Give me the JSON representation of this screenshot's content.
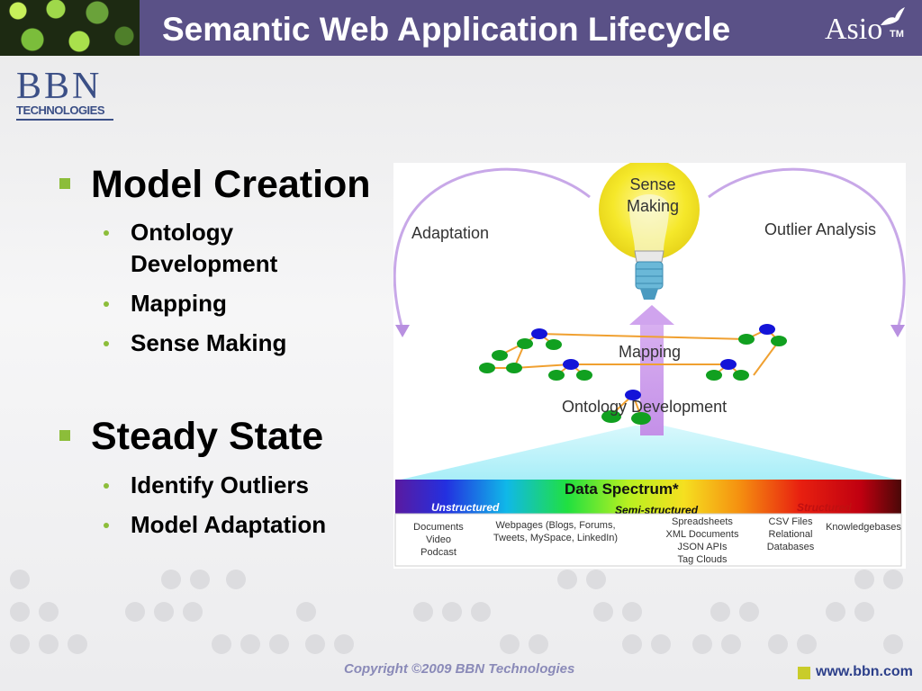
{
  "header": {
    "title": "Semantic Web Application Lifecycle",
    "brand_color": "#5a5187",
    "logo_text": "Asio",
    "logo_tm": "TM"
  },
  "company_logo": {
    "name": "BBN",
    "subtitle": "TECHNOLOGIES"
  },
  "sections": [
    {
      "heading": "Model Creation",
      "items": [
        "Ontology",
        "Development",
        "Mapping",
        "Sense Making"
      ]
    },
    {
      "heading": "Steady State",
      "items": [
        "Identify Outliers",
        "Model Adaptation"
      ]
    }
  ],
  "diagram": {
    "sense_label": [
      "Sense",
      "Making"
    ],
    "adaptation": "Adaptation",
    "outlier": "Outlier Analysis",
    "mapping": "Mapping",
    "ontology": "Ontology Development",
    "spectrum_title": "Data Spectrum*",
    "unstructured": "Unstructured",
    "semi": "Semi-structured",
    "structured": "Structured",
    "col1": [
      "Documents",
      "Video",
      "Podcast"
    ],
    "col2": [
      "Webpages (Blogs, Forums,",
      "Tweets, MySpace, LinkedIn)"
    ],
    "col3": [
      "Spreadsheets",
      "XML Documents",
      "JSON APIs",
      "Tag Clouds"
    ],
    "col4": [
      "CSV Files",
      "Relational",
      "Databases"
    ],
    "col5": [
      "Knowledgebases"
    ]
  },
  "footer": {
    "copyright": "Copyright  ©2009 BBN Technologies",
    "website": "www.bbn.com"
  },
  "colors": {
    "bullet": "#8cbd3a",
    "node_blue": "#1414d8",
    "node_green": "#11a020",
    "link": "#f0a030"
  }
}
